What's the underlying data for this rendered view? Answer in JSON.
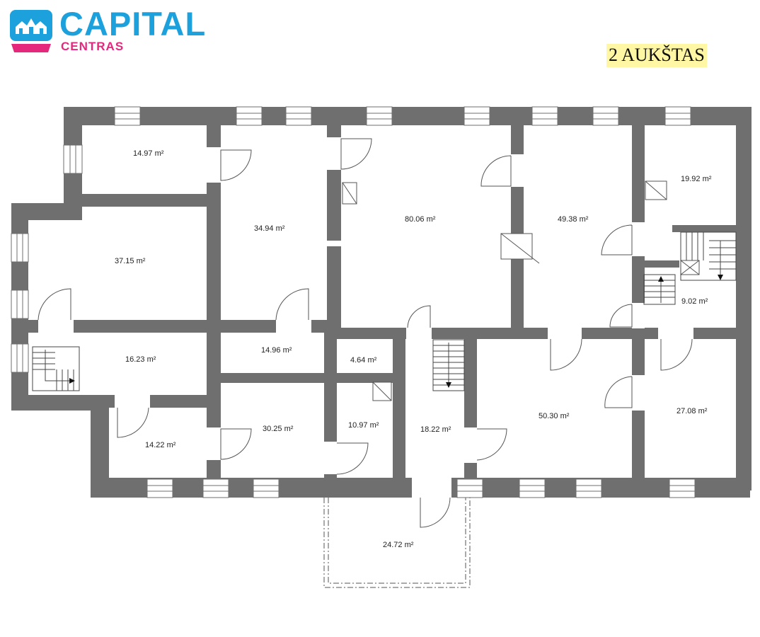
{
  "brand": {
    "name": "CAPITAL",
    "sub": "CENTRAS"
  },
  "floor_label": "2 AUKŠTAS",
  "colors": {
    "wall": "#6f6f6f",
    "brand_blue": "#1da1dc",
    "brand_pink": "#e5287b",
    "badge": "#fff7a3"
  },
  "rooms": [
    {
      "id": "r1",
      "area": "14.97 m²"
    },
    {
      "id": "r2",
      "area": "34.94 m²"
    },
    {
      "id": "r3",
      "area": "80.06 m²"
    },
    {
      "id": "r4",
      "area": "49.38 m²"
    },
    {
      "id": "r5",
      "area": "19.92 m²"
    },
    {
      "id": "r6",
      "area": "37.15 m²"
    },
    {
      "id": "r7",
      "area": "9.02 m²"
    },
    {
      "id": "r8",
      "area": "16.23 m²"
    },
    {
      "id": "r9",
      "area": "14.96 m²"
    },
    {
      "id": "r10",
      "area": "4.64 m²"
    },
    {
      "id": "r11",
      "area": "50.30 m²"
    },
    {
      "id": "r12",
      "area": "27.08 m²"
    },
    {
      "id": "r13",
      "area": "14.22 m²"
    },
    {
      "id": "r14",
      "area": "30.25 m²"
    },
    {
      "id": "r15",
      "area": "10.97 m²"
    },
    {
      "id": "r16",
      "area": "18.22 m²"
    },
    {
      "id": "r17",
      "area": "24.72 m²"
    }
  ]
}
